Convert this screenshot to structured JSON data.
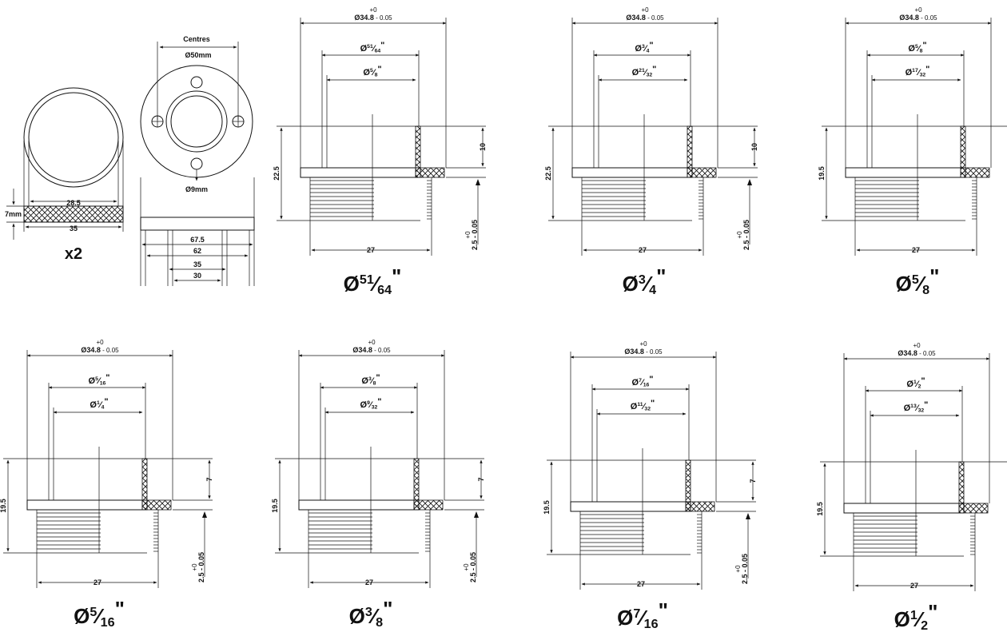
{
  "ring": {
    "inner_width": "28.5",
    "outer_width": "35",
    "thickness": "7mm",
    "quantity": "x2"
  },
  "flange": {
    "centres_label": "Centres",
    "centres_dia": "Ø50mm",
    "hole_dia": "Ø9mm",
    "widths": [
      "67.5",
      "62",
      "35",
      "30"
    ]
  },
  "fittings": [
    {
      "id": "51-64",
      "outer_label": "Ø34.8",
      "tol_top": "+0",
      "tol_bottom": "- 0.05",
      "bore1": {
        "pre": "Ø",
        "num": "51",
        "den": "64"
      },
      "bore2": {
        "pre": "Ø",
        "num": "5",
        "den": "8"
      },
      "height": "22.5",
      "shoulder": "10",
      "thread": "27",
      "lip": "2.5 - 0.05",
      "lip_tol": "+0",
      "caption": {
        "num": "51",
        "den": "64"
      }
    },
    {
      "id": "3-4",
      "outer_label": "Ø34.8",
      "tol_top": "+0",
      "tol_bottom": "- 0.05",
      "bore1": {
        "pre": "Ø",
        "num": "3",
        "den": "4"
      },
      "bore2": {
        "pre": "Ø",
        "num": "21",
        "den": "32"
      },
      "height": "22.5",
      "shoulder": "10",
      "thread": "27",
      "lip": "2.5 - 0.05",
      "lip_tol": "+0",
      "caption": {
        "num": "3",
        "den": "4"
      }
    },
    {
      "id": "5-8",
      "outer_label": "Ø34.8",
      "tol_top": "+0",
      "tol_bottom": "- 0.05",
      "bore1": {
        "pre": "Ø",
        "num": "5",
        "den": "8"
      },
      "bore2": {
        "pre": "Ø",
        "num": "17",
        "den": "32"
      },
      "height": "19.5",
      "shoulder": "",
      "thread": "27",
      "lip": "",
      "lip_tol": "",
      "caption": {
        "num": "5",
        "den": "8"
      }
    },
    {
      "id": "5-16",
      "outer_label": "Ø34.8",
      "tol_top": "+0",
      "tol_bottom": "- 0.05",
      "bore1": {
        "pre": "Ø",
        "num": "5",
        "den": "16"
      },
      "bore2": {
        "pre": "Ø",
        "num": "1",
        "den": "4"
      },
      "height": "19.5",
      "shoulder": "7",
      "thread": "27",
      "lip": "2.5 - 0.05",
      "lip_tol": "+0",
      "caption": {
        "num": "5",
        "den": "16"
      }
    },
    {
      "id": "3-8",
      "outer_label": "Ø34.8",
      "tol_top": "+0",
      "tol_bottom": "- 0.05",
      "bore1": {
        "pre": "Ø",
        "num": "3",
        "den": "8"
      },
      "bore2": {
        "pre": "Ø",
        "num": "9",
        "den": "32"
      },
      "height": "19.5",
      "shoulder": "7",
      "thread": "27",
      "lip": "2.5 - 0.05",
      "lip_tol": "+0",
      "caption": {
        "num": "3",
        "den": "8"
      }
    },
    {
      "id": "7-16",
      "outer_label": "Ø34.8",
      "tol_top": "+0",
      "tol_bottom": "- 0.05",
      "bore1": {
        "pre": "Ø",
        "num": "7",
        "den": "16"
      },
      "bore2": {
        "pre": "Ø",
        "num": "11",
        "den": "32"
      },
      "height": "19.5",
      "shoulder": "7",
      "thread": "27",
      "lip": "2.5 - 0.05",
      "lip_tol": "+0",
      "caption": {
        "num": "7",
        "den": "16"
      }
    },
    {
      "id": "1-2",
      "outer_label": "Ø34.8",
      "tol_top": "+0",
      "tol_bottom": "- 0.05",
      "bore1": {
        "pre": "Ø",
        "num": "1",
        "den": "2"
      },
      "bore2": {
        "pre": "Ø",
        "num": "13",
        "den": "32"
      },
      "height": "19.5",
      "shoulder": "",
      "thread": "27",
      "lip": "",
      "lip_tol": "",
      "caption": {
        "num": "1",
        "den": "2"
      }
    }
  ]
}
